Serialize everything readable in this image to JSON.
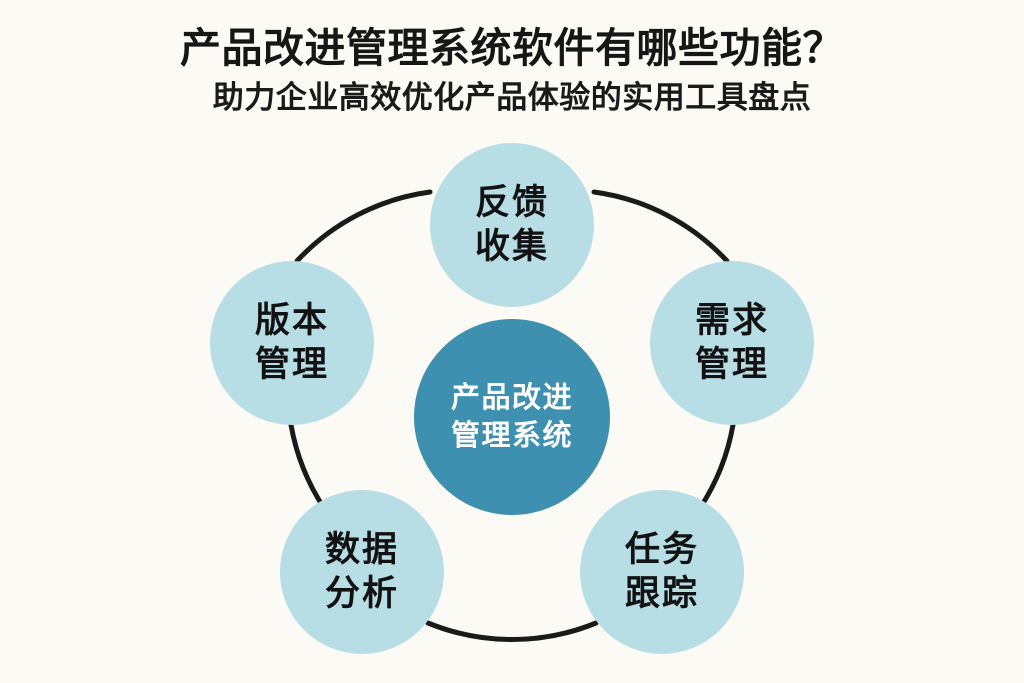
{
  "header": {
    "title": "产品改进管理系统软件有哪些功能？",
    "subtitle": "助力企业高效优化产品体验的实用工具盘点"
  },
  "colors": {
    "background": "#fbfaf5",
    "outer_node": "#b7dde5",
    "center_node": "#3e90b0",
    "ring_line": "#1a1a1a",
    "title_text": "#161616",
    "center_text": "#ffffff",
    "node_text": "#121212"
  },
  "diagram": {
    "type": "cycle-hub-and-spoke",
    "center": {
      "name": "center-node",
      "lines": [
        "产品改进",
        "管理系统"
      ],
      "full_text": "产品改进管理系统"
    },
    "nodes": [
      {
        "id": "feedback",
        "name": "feedback-collection",
        "lines": [
          "反馈",
          "收集"
        ],
        "full_text": "反馈收集"
      },
      {
        "id": "demand",
        "name": "requirement-management",
        "lines": [
          "需求",
          "管理"
        ],
        "full_text": "需求管理"
      },
      {
        "id": "task",
        "name": "task-tracking",
        "lines": [
          "任务",
          "跟踪"
        ],
        "full_text": "任务跟踪"
      },
      {
        "id": "data",
        "name": "data-analysis",
        "lines": [
          "数据",
          "分析"
        ],
        "full_text": "数据分析"
      },
      {
        "id": "version",
        "name": "version-management",
        "lines": [
          "版本",
          "管理"
        ],
        "full_text": "版本管理"
      }
    ]
  }
}
